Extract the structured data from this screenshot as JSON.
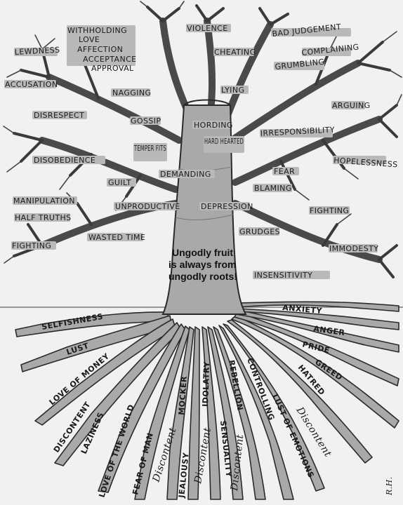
{
  "center_message": [
    "Ungodly fruit",
    "is always from",
    "ungodly roots!"
  ],
  "fruit_labels": [
    "WITHHOLDING",
    "LOVE",
    "AFFECTION",
    "ACCEPTANCE",
    "APPROVAL",
    "LEWDNESS",
    "VIOLENCE",
    "BAD JUDGEMENT",
    "CHEATING",
    "COMPLAINING",
    "GRUMBLING",
    "ACCUSATION",
    "NAGGING",
    "LYING",
    "ARGUING",
    "DISRESPECT",
    "GOSSIP",
    "HORDING",
    "HARD HEARTED",
    "IRRESPONSIBILITY",
    "DISOBEDIENCE",
    "TEMPER FITS",
    "HOPELESSNESS",
    "FEAR",
    "DEMANDING",
    "GUILT",
    "BLAMING",
    "MANIPULATION",
    "UNPRODUCTIVE",
    "DEPRESSION",
    "FIGHTING",
    "HALF TRUTHS",
    "WASTED TIME",
    "GRUDGES",
    "FIGHTING",
    "IMMODESTY",
    "INSENSITIVITY"
  ],
  "root_labels": [
    "SELFISHNESS",
    "LUST",
    "LOVE OF MONEY",
    "DISCONTENT",
    "LAZINESS",
    "LOVE OF THE WORLD",
    "FEAR OF MAN",
    "Discontent",
    "JEALOUSY",
    "MOCKER",
    "Discontent",
    "IDOLATRY",
    "SENSUALITY",
    "REBELLION",
    "Discontent",
    "CONTROLLING",
    "LUST OF EMOTIONS",
    "Discontent",
    "HATRED",
    "GREED",
    "PRIDE",
    "ANGER",
    "ANXIETY"
  ],
  "corner_mark": "R.H."
}
